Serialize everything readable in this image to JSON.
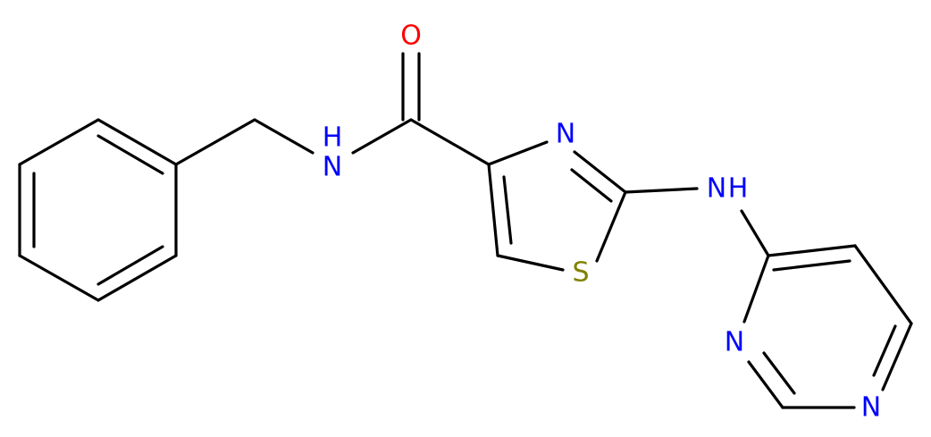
{
  "molecule": {
    "atoms": {
      "O1": {
        "label": "O",
        "color": "#ff0000"
      },
      "N_amide": {
        "label": "N",
        "color": "#0000ff"
      },
      "H_amide": {
        "label": "H",
        "color": "#0000ff"
      },
      "N_thiazole": {
        "label": "N",
        "color": "#0000ff"
      },
      "N_amine": {
        "label": "N",
        "color": "#0000ff"
      },
      "H_amine": {
        "label": "H",
        "color": "#0000ff"
      },
      "S1": {
        "label": "S",
        "color": "#808000"
      },
      "N_pyr1": {
        "label": "N",
        "color": "#0000ff"
      },
      "N_pyr2": {
        "label": "N",
        "color": "#0000ff"
      }
    }
  }
}
